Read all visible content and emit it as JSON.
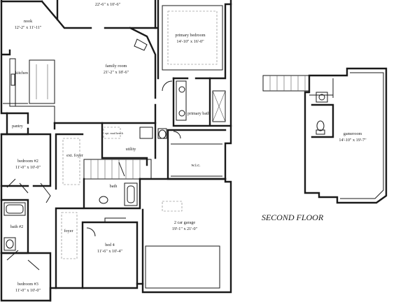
{
  "first_floor": {
    "rooms": {
      "top_room_dims": "22'-6\" x 10'-6\"",
      "nook": {
        "name": "nook",
        "dims": "12'-2\" x 11'-11\""
      },
      "kitchen": {
        "name": "kitchen"
      },
      "family_room": {
        "name": "family room",
        "dims": "21'-2\" x 18'-6\""
      },
      "primary_bedroom": {
        "name": "primary bedroom",
        "dims": "14'-10\" x 16'-0\""
      },
      "primary_bath": {
        "name": "primary bath"
      },
      "pantry": {
        "name": "pantry"
      },
      "ext_foyer": {
        "name": "ext. foyer"
      },
      "utility": {
        "name": "utility"
      },
      "opt_mud_bench": {
        "name": "opt. mud bench"
      },
      "wic": {
        "name": "w.i.c."
      },
      "bedroom2": {
        "name": "bedroom #2",
        "dims": "11'-0\" x 10'-0\""
      },
      "bath2": {
        "name": "bath #2"
      },
      "bath": {
        "name": "bath"
      },
      "foyer": {
        "name": "foyer"
      },
      "bed4": {
        "name": "bed 4",
        "dims": "11'-6\" x 10'-4\""
      },
      "garage": {
        "name": "2 car garage",
        "dims": "19'-1\" x 21'-0\""
      },
      "bedroom3": {
        "name": "bedroom #3",
        "dims": "11'-0\" x 10'-0\""
      }
    }
  },
  "second_floor": {
    "title": "SECOND FLOOR",
    "gameroom": {
      "name": "gameroom",
      "dims": "14'-10\" x 19'-7\""
    }
  }
}
